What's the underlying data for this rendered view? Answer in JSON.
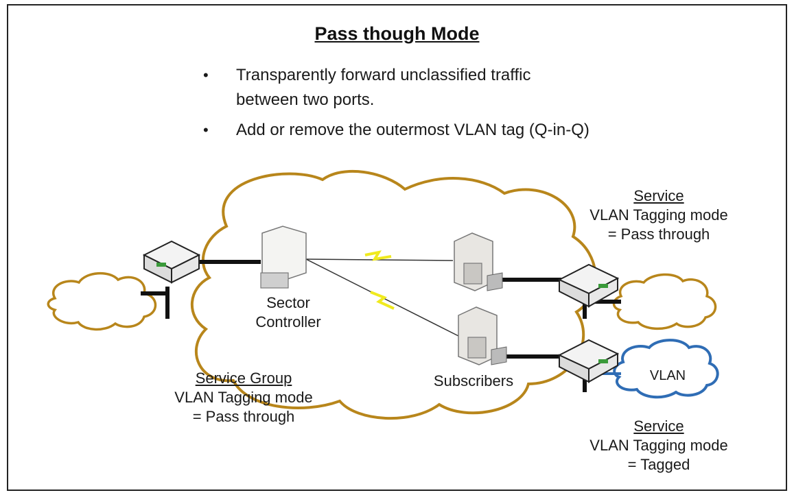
{
  "title": "Pass though Mode",
  "bullets": [
    "Transparently forward unclassified traffic between two ports.",
    "Add or remove the outermost VLAN tag (Q-in-Q)"
  ],
  "labels": {
    "sector_controller": [
      "Sector",
      "Controller"
    ],
    "subscribers": "Subscribers",
    "service_group": {
      "heading": "Service Group",
      "line1": "VLAN Tagging mode",
      "line2": "= Pass through"
    },
    "service_top": {
      "heading": "Service",
      "line1": "VLAN Tagging mode",
      "line2": "= Pass through"
    },
    "service_bottom": {
      "heading": "Service",
      "line1": "VLAN Tagging mode",
      "line2": "= Tagged"
    },
    "vlan": "VLAN"
  },
  "colors": {
    "cloud_gold": "#b8861b",
    "vlan_blue": "#2f6db5",
    "lightning": "#f0ea1e",
    "switch_green": "#3a9a3a",
    "link_black": "#111111"
  }
}
